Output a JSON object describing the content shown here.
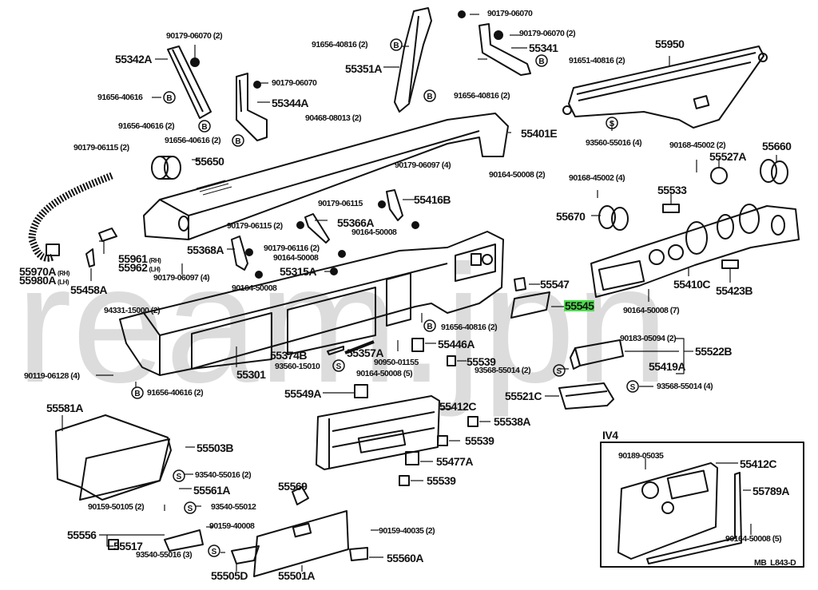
{
  "diagram": {
    "title_code": "MB  L843-D",
    "watermark": "ream.jpn",
    "highlight_color": "#4cdc4c",
    "selected_part": "55545",
    "inset": {
      "label": "IV4",
      "parts": [
        "90189-05035",
        "55412C",
        "55789A",
        "90164-50008 (5)"
      ]
    },
    "symbols": {
      "B": "B",
      "S": "S"
    },
    "labels": {
      "l1": "90179-06070 (2)",
      "l2": "55342A",
      "l3": "91656-40616",
      "l4": "91656-40616 (2)",
      "l5": "91656-40616 (2)",
      "l6": "90179-06070",
      "l7": "55344A",
      "l8": "90179-06115 (2)",
      "l9": "55650",
      "l10": "90179-06070",
      "l11": "91656-40816 (2)",
      "l12": "55351A",
      "l13": "91656-40816 (2)",
      "l14": "90179-06070 (2)",
      "l15": "55341",
      "l16": "91651-40816 (2)",
      "l17": "90468-08013 (2)",
      "l18": "55401E",
      "l19": "90179-06097 (4)",
      "l20": "90164-50008 (2)",
      "l21": "55950",
      "l22": "93560-55016 (4)",
      "l23": "90168-45002 (2)",
      "l24": "55527A",
      "l25": "55660",
      "l26": "90168-45002 (4)",
      "l27": "55533",
      "l28": "55670",
      "l29": "55410C",
      "l30": "55423B",
      "l31": "90164-50008 (7)",
      "l32": "55970A",
      "l32s": "(RH)",
      "l33": "55980A",
      "l33s": "(LH)",
      "l34": "55961",
      "l34s": "(RH)",
      "l35": "55962",
      "l35s": "(LH)",
      "l36": "55458A",
      "l37": "90179-06097 (4)",
      "l38": "55368A",
      "l39": "90179-06116 (2)",
      "l40": "90164-50008",
      "l41": "90164-50008",
      "l42": "90179-06115",
      "l43": "55416B",
      "l44": "90179-06115 (2)",
      "l45": "55366A",
      "l46": "90164-50008",
      "l47": "55315A",
      "l48": "55547",
      "l49": "55545",
      "l50": "94331-15000 (2)",
      "l51": "91656-40816 (2)",
      "l52": "55374B",
      "l53": "55357A",
      "l54": "55446A",
      "l55": "93560-15010",
      "l56": "90950-01155",
      "l57": "55539",
      "l58": "90164-50008 (5)",
      "l59": "55301",
      "l60": "90119-06128 (4)",
      "l61": "91656-40616 (2)",
      "l62": "90183-05094 (2)",
      "l63": "55522B",
      "l64": "93568-55014 (2)",
      "l65": "55419A",
      "l66": "55521C",
      "l67": "93568-55014 (4)",
      "l68": "55549A",
      "l69": "55412C",
      "l70": "55538A",
      "l71": "55539",
      "l72": "55477A",
      "l73": "55539",
      "l74": "55581A",
      "l75": "55503B",
      "l76": "93540-55016 (2)",
      "l77": "55561A",
      "l78": "90159-50105 (2)",
      "l79": "93540-55012",
      "l80": "55569",
      "l81": "55556",
      "l82": "90159-40008",
      "l83": "55517",
      "l84": "93540-55016 (3)",
      "l85": "55505D",
      "l86": "55501A",
      "l87": "90159-40035 (2)",
      "l88": "55560A",
      "i1": "IV4",
      "i2": "90189-05035",
      "i3": "55412C",
      "i4": "55789A",
      "i5": "90164-50008 (5)",
      "code": "MB  L843-D"
    }
  }
}
